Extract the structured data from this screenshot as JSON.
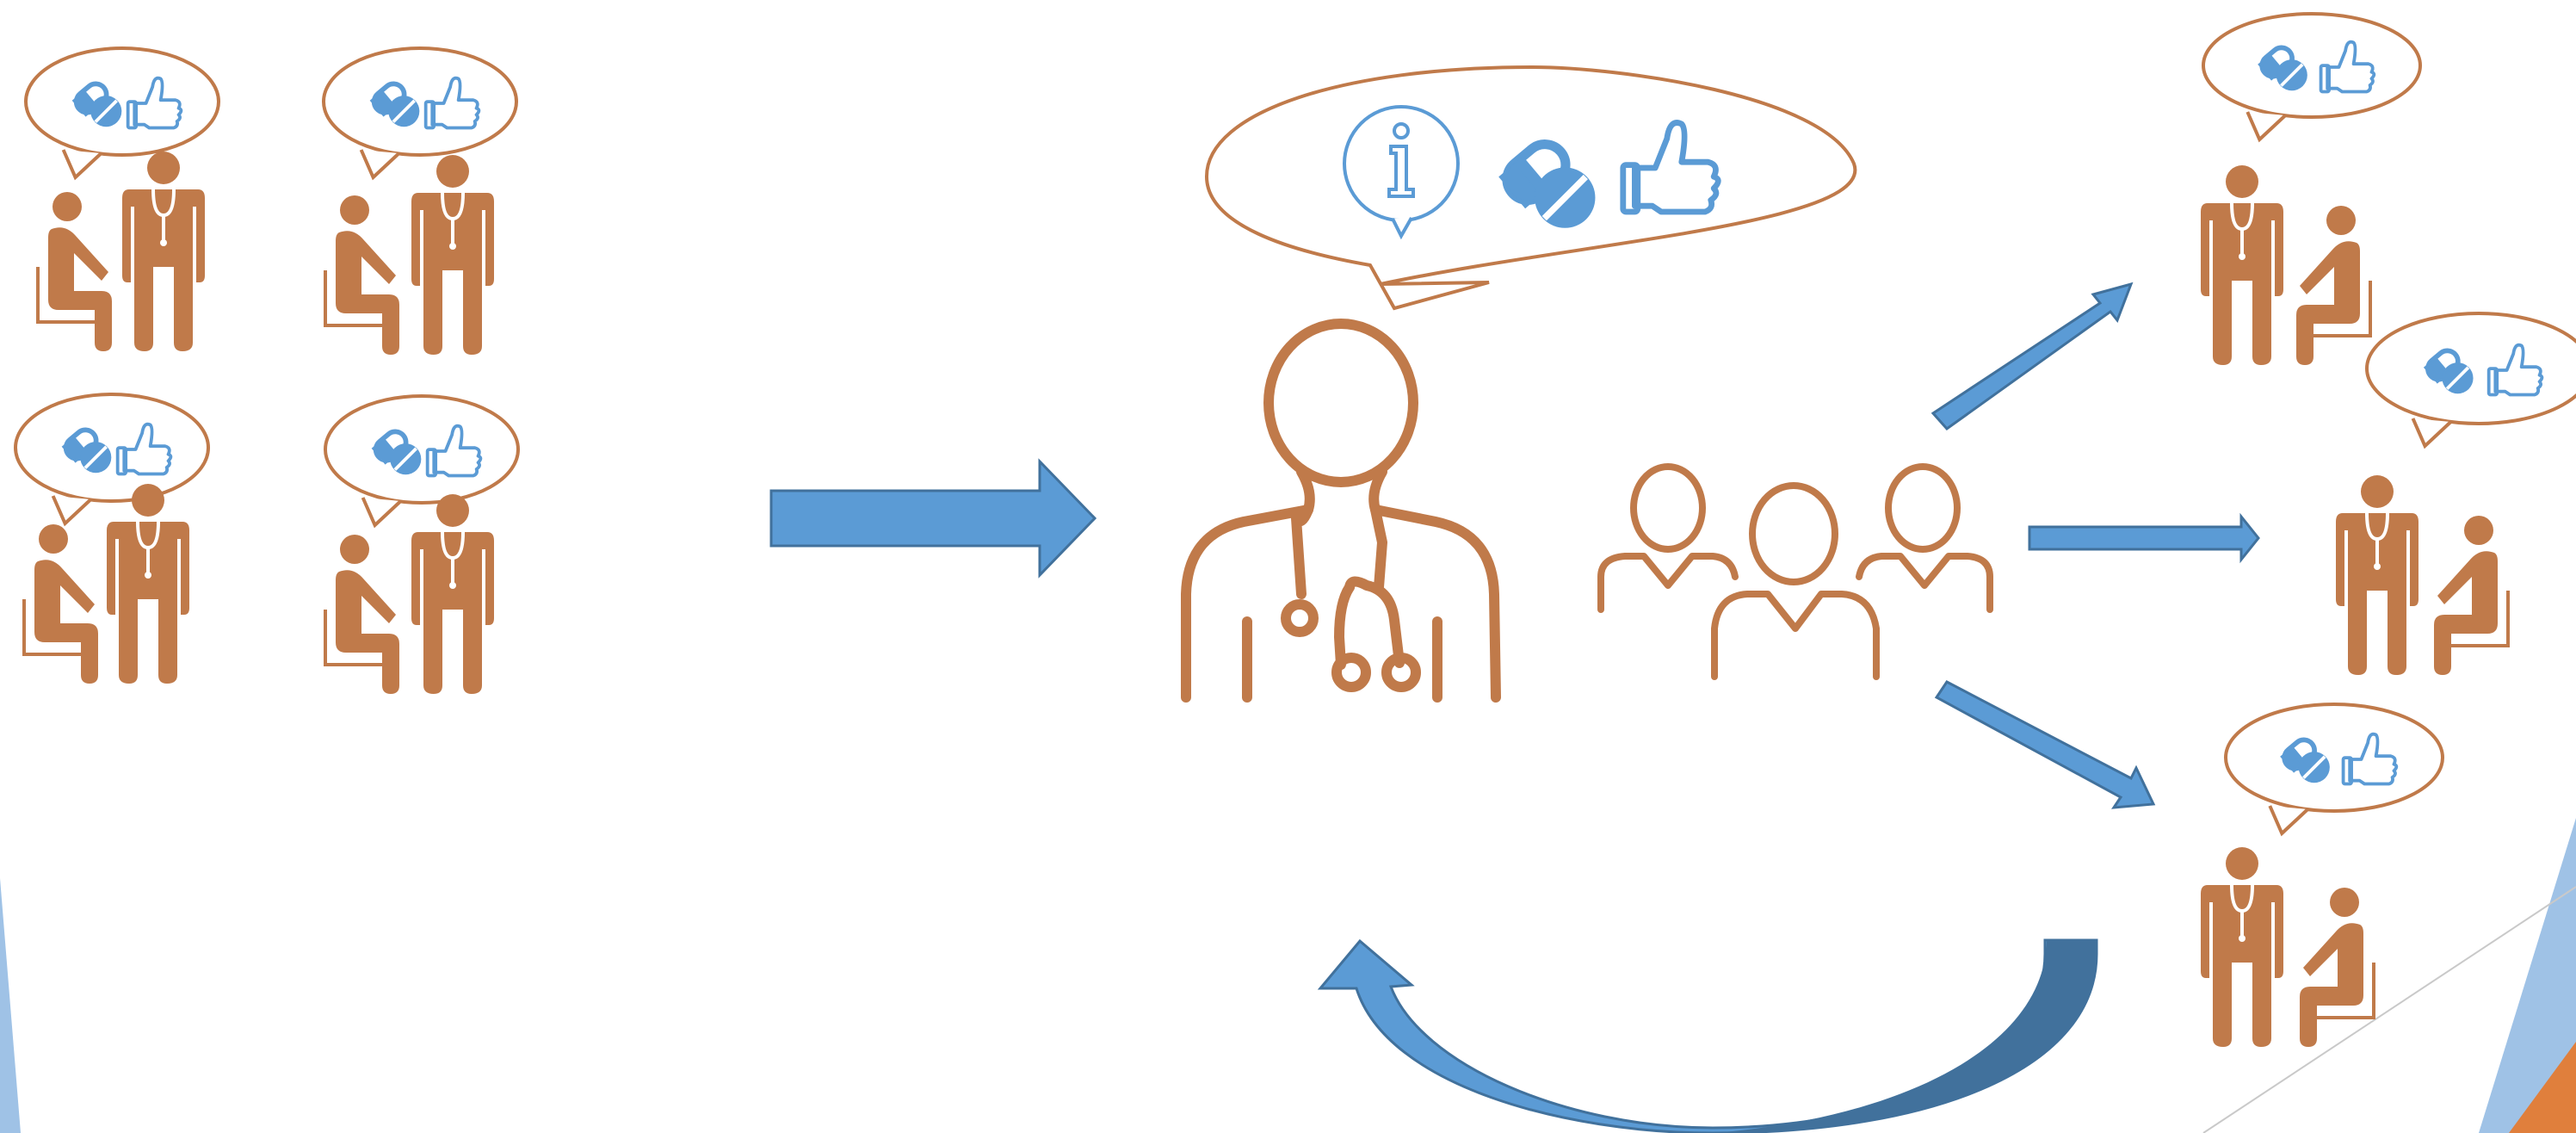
{
  "colors": {
    "figure": "#C07A4A",
    "accent": "#5B9BD5",
    "accent_dark": "#41719C",
    "corner_orange": "#E07F3C",
    "corner_blue": "#9FC2E6"
  },
  "icons": {
    "consultation_icons": [
      "pill-icon",
      "thumbs-up-icon"
    ],
    "central_bubble_icons": [
      "info-icon",
      "pill-icon",
      "thumbs-up-icon"
    ],
    "center_figures": [
      "doctor-icon",
      "group-icon"
    ]
  },
  "diagram": {
    "left_consultations": [
      {
        "name": "consultation-1"
      },
      {
        "name": "consultation-2"
      },
      {
        "name": "consultation-3"
      },
      {
        "name": "consultation-4"
      }
    ],
    "right_consultations": [
      {
        "name": "consultation-right-top"
      },
      {
        "name": "consultation-right-middle"
      },
      {
        "name": "consultation-right-bottom"
      }
    ]
  }
}
